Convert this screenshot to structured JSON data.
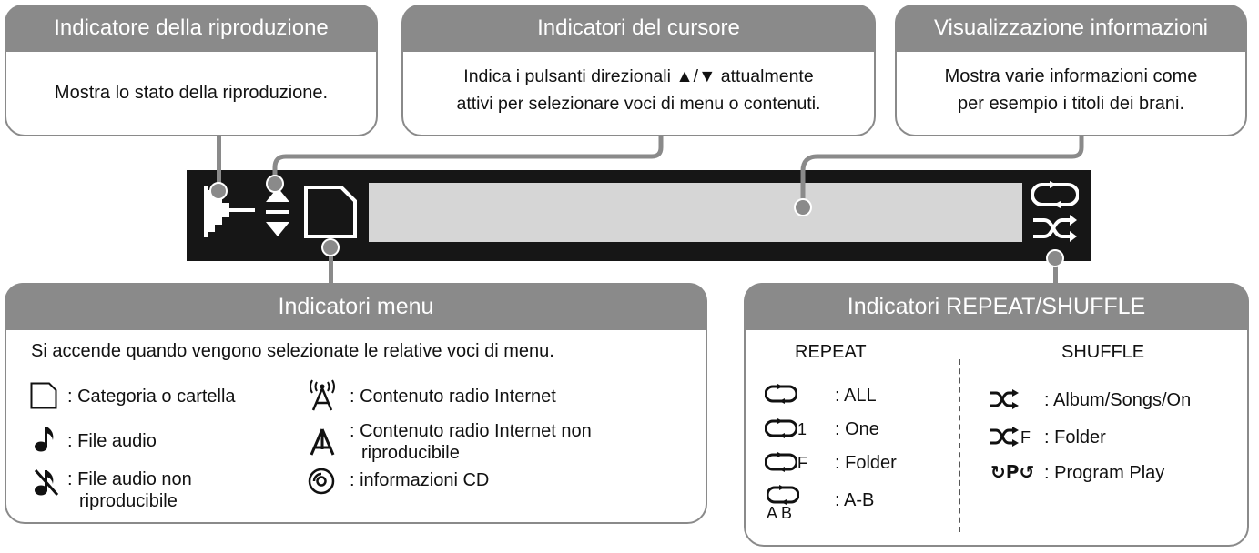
{
  "callouts": {
    "playback": {
      "title": "Indicatore della riproduzione",
      "body": "Mostra lo stato della riproduzione."
    },
    "cursor": {
      "title": "Indicatori del cursore",
      "body_line1": "Indica i pulsanti direzionali ▲/▼ attualmente",
      "body_line2": "attivi per selezionare voci di menu o contenuti."
    },
    "info": {
      "title": "Visualizzazione informazioni",
      "body_line1": "Mostra varie informazioni come",
      "body_line2": "per esempio i titoli dei brani."
    }
  },
  "menu": {
    "title": "Indicatori menu",
    "intro": "Si accende quando vengono selezionate le relative voci di menu.",
    "items": [
      {
        "icon": "folder-icon",
        "label": ": Categoria o cartella"
      },
      {
        "icon": "music-note-icon",
        "label": ": File audio"
      },
      {
        "icon": "music-note-crossed-icon",
        "label_line1": ": File audio non",
        "label_line2": "riproducibile"
      },
      {
        "icon": "radio-antenna-icon",
        "label": ": Contenuto radio Internet"
      },
      {
        "icon": "antenna-off-icon",
        "label_line1": ": Contenuto radio Internet non",
        "label_line2": "riproducibile"
      },
      {
        "icon": "cd-icon",
        "label": ": informazioni CD"
      }
    ]
  },
  "repeat_shuffle": {
    "title": "Indicatori REPEAT/SHUFFLE",
    "repeat_heading": "REPEAT",
    "shuffle_heading": "SHUFFLE",
    "repeat_items": [
      {
        "icon": "repeat-icon",
        "label": ": ALL"
      },
      {
        "icon": "repeat-one-icon",
        "suffix": "1",
        "label": ": One"
      },
      {
        "icon": "repeat-folder-icon",
        "suffix": "F",
        "label": ": Folder"
      },
      {
        "icon": "repeat-ab-icon",
        "suffix": "A B",
        "label": ": A-B"
      }
    ],
    "shuffle_items": [
      {
        "icon": "shuffle-icon",
        "label": ": Album/Songs/On"
      },
      {
        "icon": "shuffle-folder-icon",
        "suffix": "F",
        "label": ": Folder"
      },
      {
        "icon": "program-play-icon",
        "suffix": "P",
        "label": ": Program Play"
      }
    ]
  },
  "colors": {
    "callout_gray": "#8a8a8a",
    "lcd_black": "#161616",
    "lcd_screen": "#d6d6d6"
  }
}
